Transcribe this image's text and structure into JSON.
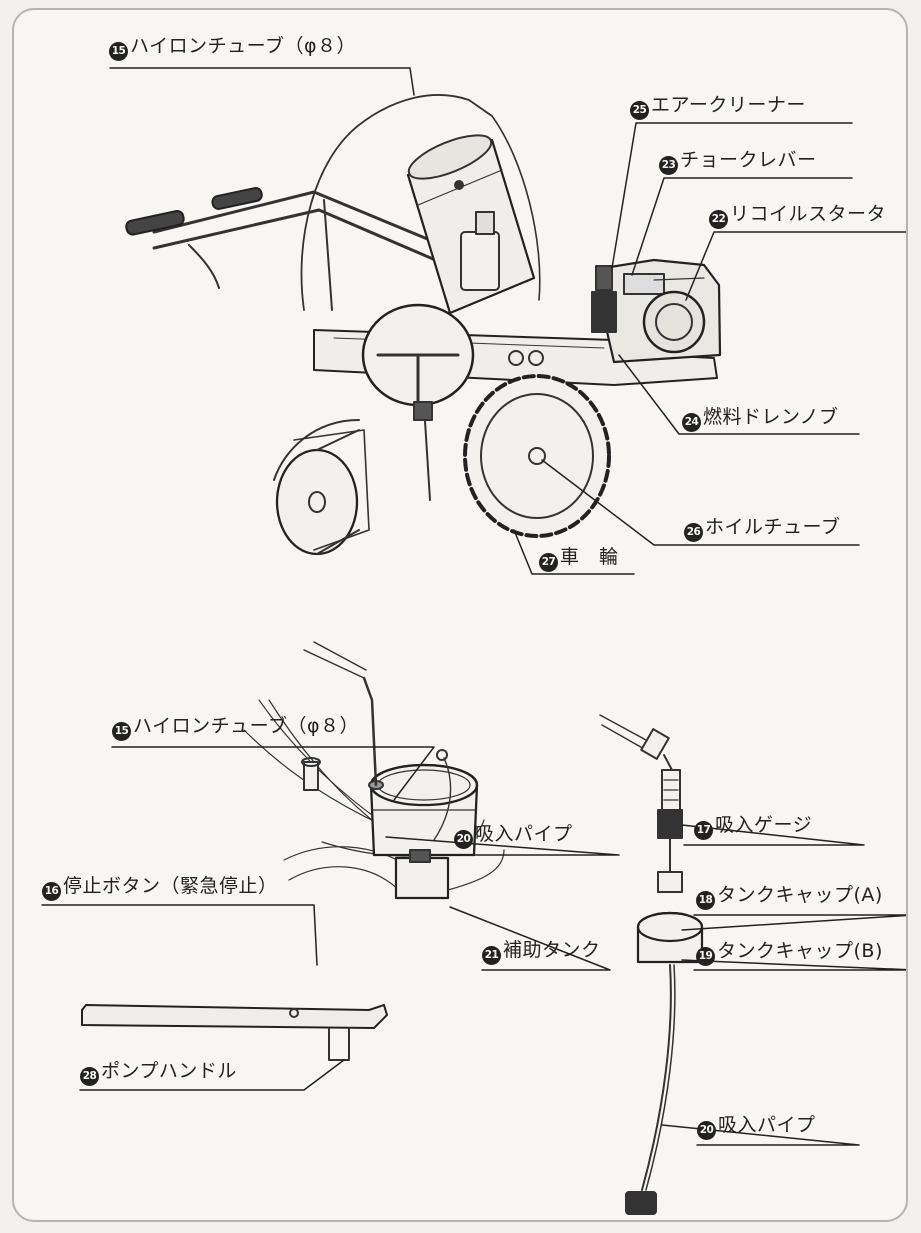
{
  "top_labels": [
    {
      "key": "t15",
      "num": "15",
      "text": "ハイロンチューブ（φ８）"
    },
    {
      "key": "t25",
      "num": "25",
      "text": "エアークリーナー"
    },
    {
      "key": "t23",
      "num": "23",
      "text": "チョークレバー"
    },
    {
      "key": "t22",
      "num": "22",
      "text": "リコイルスタータ"
    },
    {
      "key": "t24",
      "num": "24",
      "text": "燃料ドレンノブ"
    },
    {
      "key": "t26",
      "num": "26",
      "text": "ホイルチューブ"
    },
    {
      "key": "t27",
      "num": "27",
      "text": "車　輪"
    }
  ],
  "bottom_labels": [
    {
      "key": "b15",
      "num": "15",
      "text": "ハイロンチューブ（φ８）"
    },
    {
      "key": "b16",
      "num": "16",
      "text": "停止ボタン（緊急停止）"
    },
    {
      "key": "b20a",
      "num": "20",
      "text": "吸入パイプ"
    },
    {
      "key": "b21",
      "num": "21",
      "text": "補助タンク"
    },
    {
      "key": "b28",
      "num": "28",
      "text": "ポンプハンドル"
    },
    {
      "key": "b17",
      "num": "17",
      "text": "吸入ゲージ"
    },
    {
      "key": "b18",
      "num": "18",
      "text": "タンクキャップ(A)"
    },
    {
      "key": "b19",
      "num": "19",
      "text": "タンクキャップ(B)"
    },
    {
      "key": "b20b",
      "num": "20",
      "text": "吸入パイプ"
    }
  ]
}
